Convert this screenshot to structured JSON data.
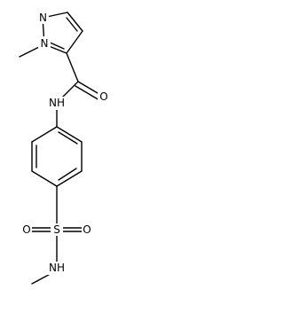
{
  "molecule": {
    "atoms": {
      "pyrazole_n2": "N",
      "pyrazole_n1": "N",
      "carbonyl_o": "O",
      "amide_nh": "NH",
      "sulfur": "S",
      "sulfonyl_o_left": "O",
      "sulfonyl_o_right": "O",
      "sulfonamide_nh": "NH"
    }
  }
}
